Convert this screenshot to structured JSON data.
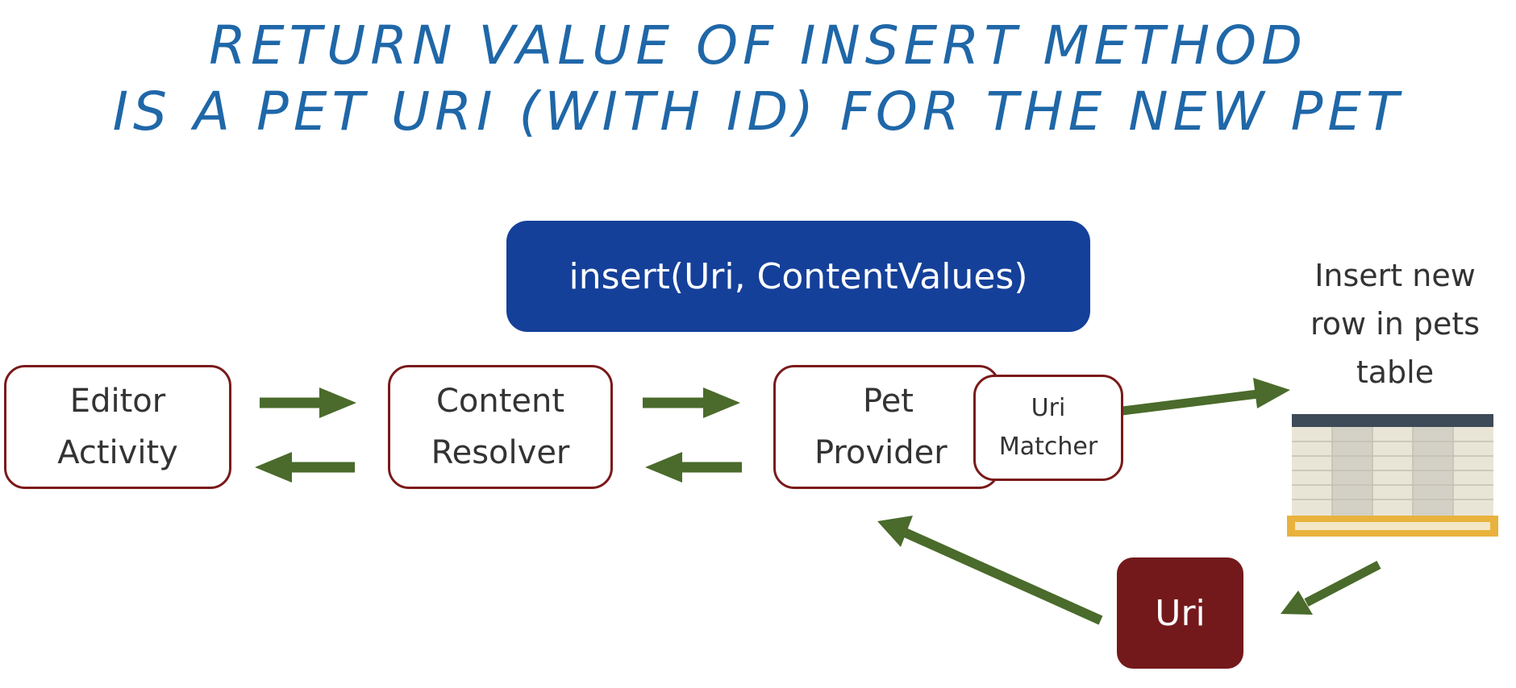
{
  "title": {
    "line1": "RETURN VALUE OF INSERT METHOD",
    "line2": "IS A PET URI (WITH ID) FOR THE NEW PET"
  },
  "method_call": "insert(Uri, ContentValues)",
  "nodes": {
    "editor_activity": {
      "line1": "Editor",
      "line2": "Activity"
    },
    "content_resolver": {
      "line1": "Content",
      "line2": "Resolver"
    },
    "pet_provider": {
      "line1": "Pet",
      "line2": "Provider"
    },
    "uri_matcher": {
      "line1": "Uri",
      "line2": "Matcher"
    }
  },
  "uri_box": "Uri",
  "insert_label": {
    "line1": "Insert new",
    "line2": "row in pets",
    "line3": "table"
  },
  "colors": {
    "title_blue": "#1f67a8",
    "method_box": "#15409a",
    "node_border": "#7a1a1a",
    "uri_box": "#74191b",
    "arrow_green": "#4a6b2b",
    "table_header": "#3d4a57",
    "table_highlight": "#e8b23c"
  }
}
